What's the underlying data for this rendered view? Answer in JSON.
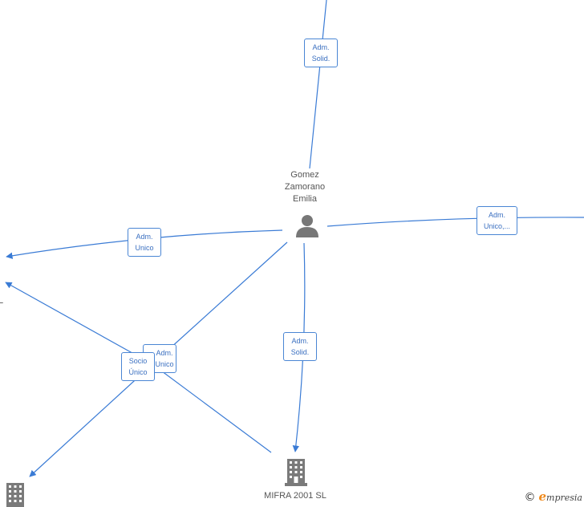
{
  "colors": {
    "edge": "#3a7bd5",
    "edge_label_border": "#4a86d4",
    "node_text": "#555555",
    "icon": "#777777"
  },
  "nodes": {
    "person": {
      "name_lines": [
        "Gomez",
        "Zamorano",
        "Emilia"
      ],
      "icon": "person-icon"
    },
    "company_main": {
      "name": "MIFRA 2001 SL",
      "icon": "building-icon"
    },
    "company_bottom_left": {
      "icon": "building-icon"
    },
    "partial_left_label": "L"
  },
  "edge_labels": {
    "top": [
      "Adm.",
      "Solid."
    ],
    "right": [
      "Adm.",
      "Unico,..."
    ],
    "left": [
      "Adm.",
      "Unico"
    ],
    "middle": [
      "Adm.",
      "Solid."
    ],
    "cross_adm": [
      "Adm.",
      "Unico"
    ],
    "cross_socio": [
      "Socio",
      "Único"
    ]
  },
  "footer": {
    "copyright_symbol": "©",
    "brand_first": "e",
    "brand_rest": "mpresia"
  }
}
